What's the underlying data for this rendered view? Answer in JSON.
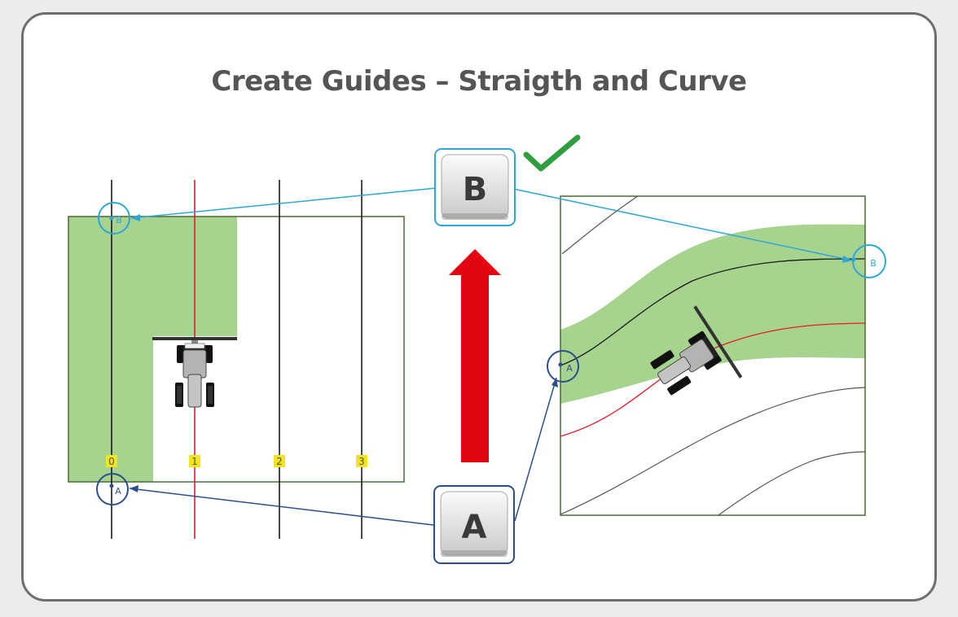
{
  "title": "Create Guides – Straigth and Curve",
  "buttons": {
    "a_label": "A",
    "b_label": "B"
  },
  "straight_panel": {
    "lane_labels": [
      "0",
      "1",
      "2",
      "3"
    ],
    "point_a": "A",
    "point_b": "B"
  },
  "curve_panel": {
    "point_a": "A",
    "point_b": "B"
  },
  "colors": {
    "coverage": "#a6d48f",
    "field_border": "#4a6a34",
    "guide_active": "#e8192c",
    "arrow": "#e20613",
    "line_a": "#2b4e8c",
    "line_b": "#2da7d6",
    "check": "#2e9e3e",
    "lane_badge": "#f2e520"
  },
  "icons": [
    "check-icon",
    "up-arrow-icon",
    "tractor-icon"
  ]
}
